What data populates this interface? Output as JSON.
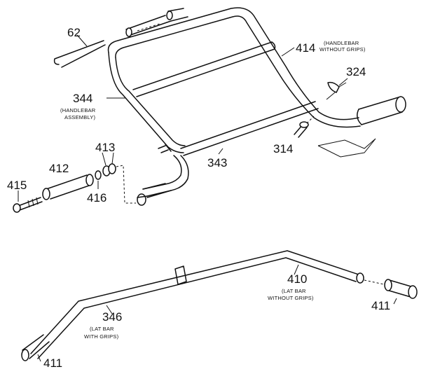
{
  "labels": {
    "p62": "62",
    "p414": "414",
    "p414_line1": "(HANDLEBAR",
    "p414_line2": "WITHOUT GRIPS)",
    "p324": "324",
    "p344": "344",
    "p344_line1": "(HANDLEBAR",
    "p344_line2": "ASSEMBLY)",
    "p314": "314",
    "p343": "343",
    "p413": "413",
    "p412": "412",
    "p415": "415",
    "p416": "416",
    "p410": "410",
    "p410_line1": "(LAT BAR",
    "p410_line2": "WITHOUT GRIPS)",
    "p346": "346",
    "p346_line1": "(LAT BAR",
    "p346_line2": "WITH GRIPS)",
    "p411_right": "411",
    "p411_left": "411"
  },
  "colors": {
    "ink": "#111111",
    "paper": "#ffffff"
  }
}
